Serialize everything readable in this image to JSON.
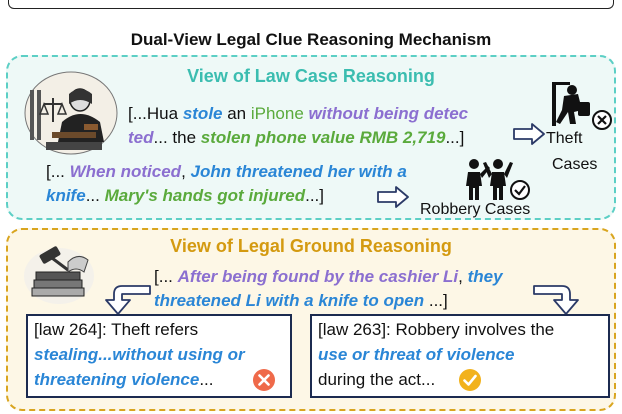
{
  "title": "Dual-View Legal Clue Reasoning Mechanism",
  "view_case": {
    "heading": "View of Law Case Reasoning",
    "case1": {
      "l1_a": "[...Hua ",
      "l1_b": "stole",
      "l1_c": " an ",
      "l1_d": "iPhone",
      "l1_e": " without being detec",
      "l2_a": "ted",
      "l2_b": "... the ",
      "l2_c": "stolen phone value RMB 2,719",
      "l2_d": "...]"
    },
    "case2": {
      "l1_a": "[... ",
      "l1_b": "When noticed",
      "l1_c": ", ",
      "l1_d": "John threatened her with a",
      "l2_a": "knife",
      "l2_b": "... ",
      "l2_c": "Mary's hands got injured",
      "l2_d": "...]"
    },
    "label_theft_1": "Theft",
    "label_theft_2": "Cases",
    "label_robbery": "Robbery Cases"
  },
  "view_ground": {
    "heading": "View of Legal Ground Reasoning",
    "clue": {
      "l1_a": "[... ",
      "l1_b": "After being found by the cashier Li",
      "l1_c": ", ",
      "l1_d": "they",
      "l2_a": "threatened Li with a knife to open",
      "l2_b": " ...]"
    },
    "law264": {
      "l1": "[law 264]: Theft refers",
      "l2": "stealing...without using or",
      "l3_a": "threatening violence",
      "l3_b": "..."
    },
    "law263": {
      "l1": "[law 263]: Robbery involves the",
      "l2": "use or threat of violence",
      "l3": "during the act..."
    }
  },
  "colors": {
    "teal": "#5ccfc5",
    "gold": "#d9a51f",
    "blue": "#2a86d6",
    "purple": "#8b6fd0",
    "green": "#5aaa3c",
    "navy": "#1c2b50",
    "wrong": "#ef6a4a",
    "right": "#f2b21c"
  },
  "icons": [
    "judge-illustration",
    "law-books-illustration",
    "theft-icon",
    "robbery-icon",
    "cross-icon",
    "check-icon",
    "arrow-right-icon",
    "arrow-down-icon"
  ]
}
